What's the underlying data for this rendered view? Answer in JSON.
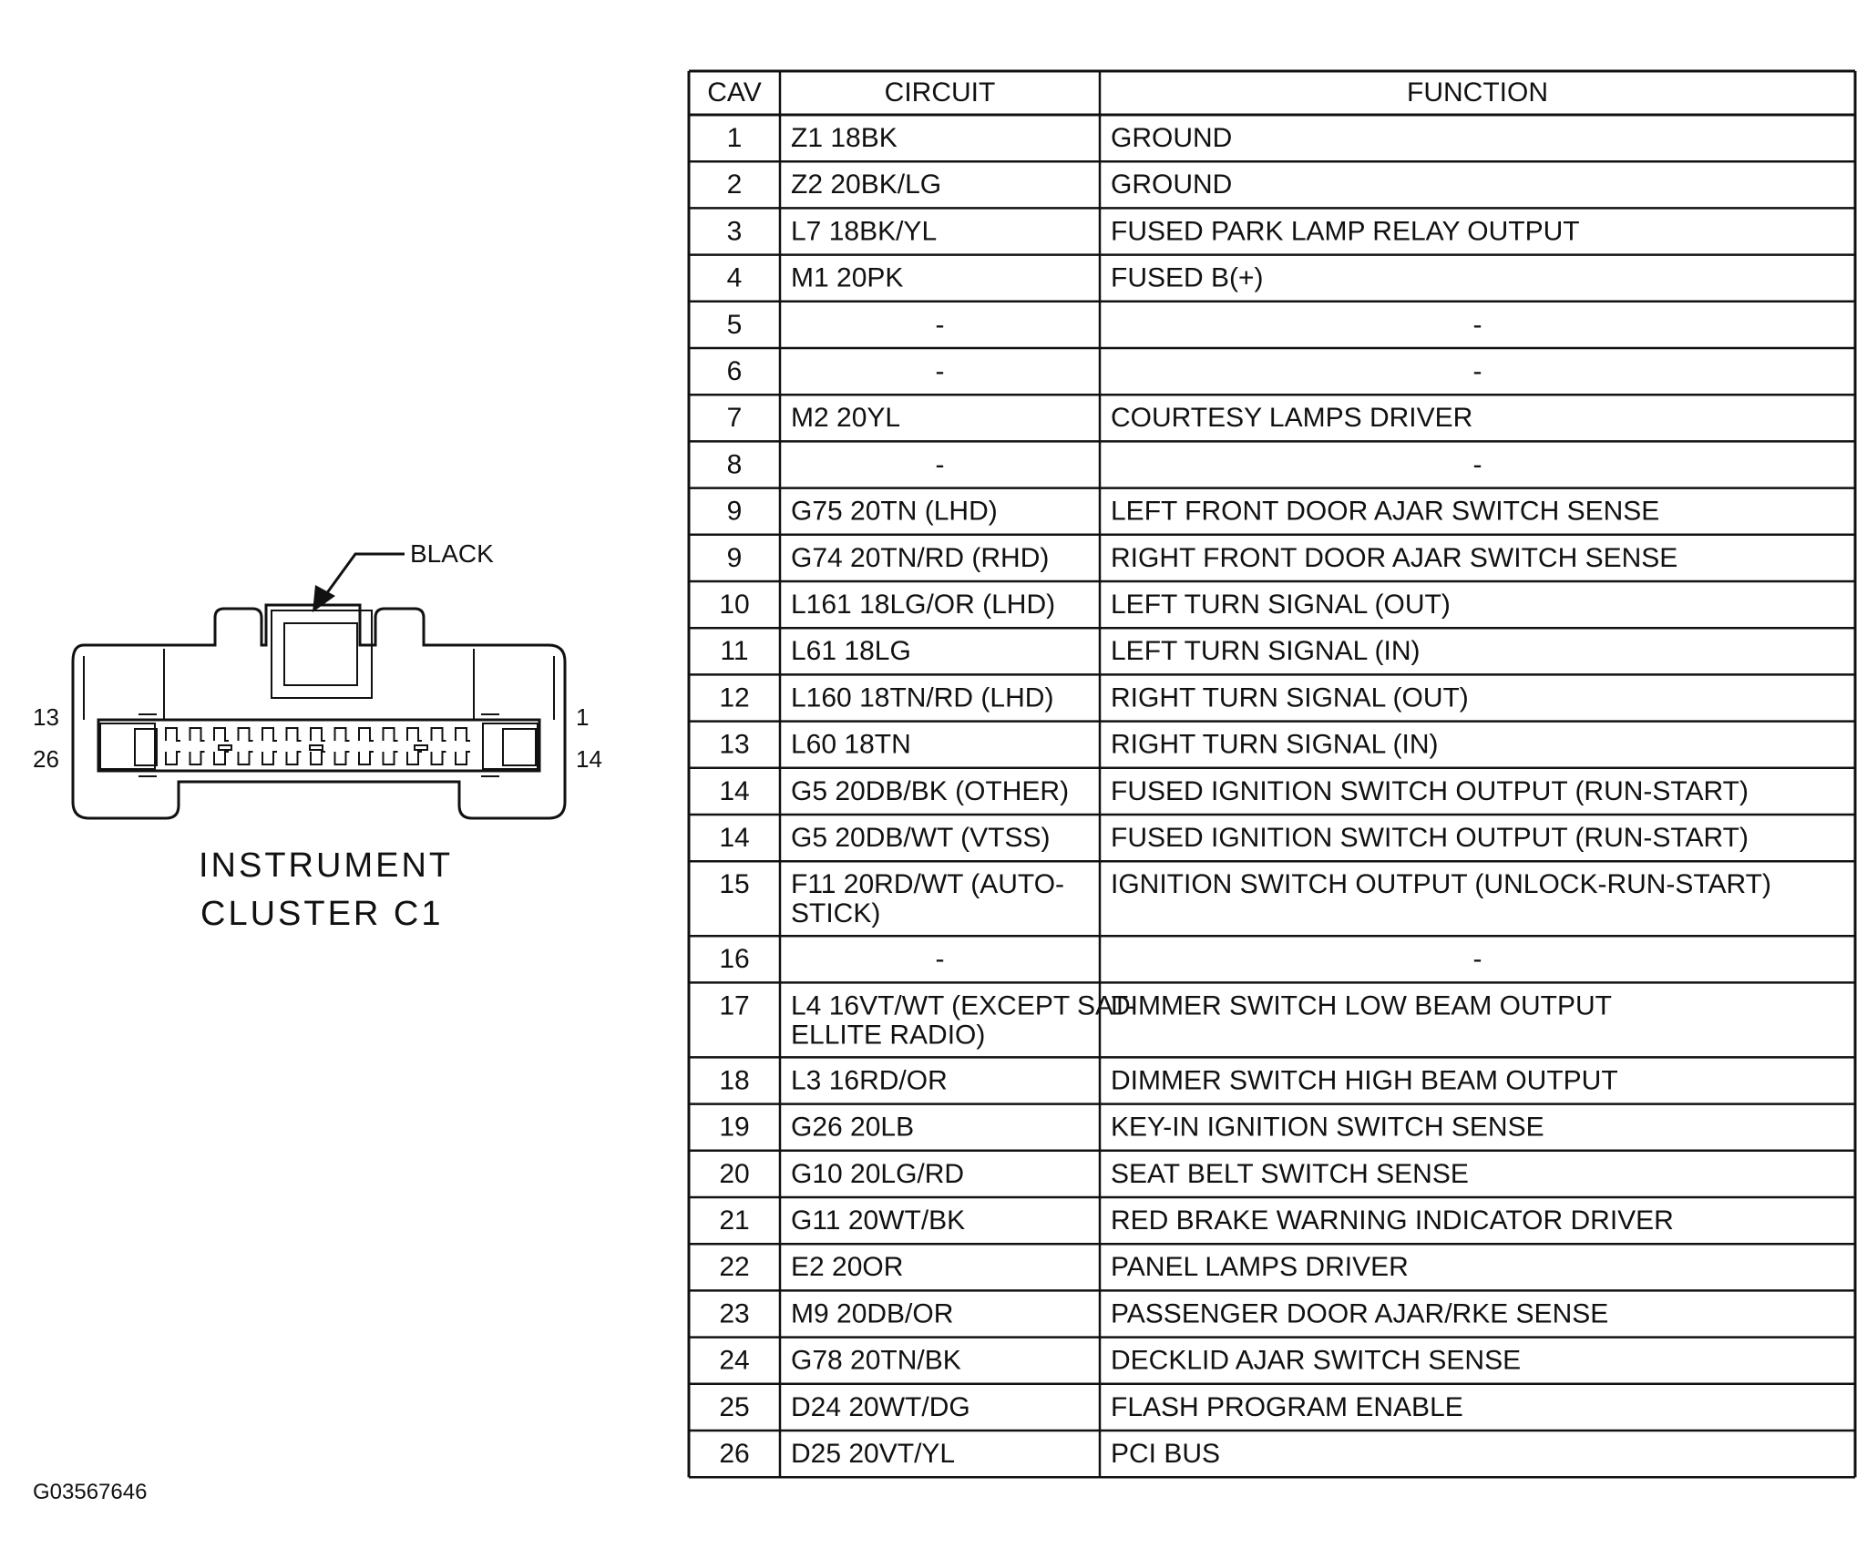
{
  "connector": {
    "callout": "BLACK",
    "pin_labels": {
      "top_left": "13",
      "bottom_left": "26",
      "top_right": "1",
      "bottom_right": "14"
    },
    "caption_line1": "INSTRUMENT",
    "caption_line2": "CLUSTER C1"
  },
  "figure_id": "G03567646",
  "table": {
    "headers": {
      "cav": "CAV",
      "circuit": "CIRCUIT",
      "function": "FUNCTION"
    },
    "rows": [
      {
        "cav": "1",
        "circuit": [
          "Z1 18BK"
        ],
        "function": [
          "GROUND"
        ]
      },
      {
        "cav": "2",
        "circuit": [
          "Z2 20BK/LG"
        ],
        "function": [
          "GROUND"
        ]
      },
      {
        "cav": "3",
        "circuit": [
          "L7 18BK/YL"
        ],
        "function": [
          "FUSED PARK LAMP RELAY OUTPUT"
        ]
      },
      {
        "cav": "4",
        "circuit": [
          "M1 20PK"
        ],
        "function": [
          "FUSED B(+)"
        ]
      },
      {
        "cav": "5",
        "circuit": [
          "-"
        ],
        "function": [
          "-"
        ]
      },
      {
        "cav": "6",
        "circuit": [
          "-"
        ],
        "function": [
          "-"
        ]
      },
      {
        "cav": "7",
        "circuit": [
          "M2 20YL"
        ],
        "function": [
          "COURTESY LAMPS DRIVER"
        ]
      },
      {
        "cav": "8",
        "circuit": [
          "-"
        ],
        "function": [
          "-"
        ]
      },
      {
        "cav": "9",
        "circuit": [
          "G75 20TN (LHD)"
        ],
        "function": [
          "LEFT FRONT DOOR AJAR SWITCH SENSE"
        ]
      },
      {
        "cav": "9",
        "circuit": [
          "G74 20TN/RD (RHD)"
        ],
        "function": [
          "RIGHT FRONT DOOR AJAR SWITCH SENSE"
        ]
      },
      {
        "cav": "10",
        "circuit": [
          "L161 18LG/OR (LHD)"
        ],
        "function": [
          "LEFT TURN SIGNAL (OUT)"
        ]
      },
      {
        "cav": "11",
        "circuit": [
          "L61 18LG"
        ],
        "function": [
          "LEFT TURN SIGNAL (IN)"
        ]
      },
      {
        "cav": "12",
        "circuit": [
          "L160 18TN/RD (LHD)"
        ],
        "function": [
          "RIGHT TURN SIGNAL (OUT)"
        ]
      },
      {
        "cav": "13",
        "circuit": [
          "L60 18TN"
        ],
        "function": [
          "RIGHT TURN SIGNAL (IN)"
        ]
      },
      {
        "cav": "14",
        "circuit": [
          "G5 20DB/BK (OTHER)"
        ],
        "function": [
          "FUSED IGNITION SWITCH OUTPUT (RUN-START)"
        ]
      },
      {
        "cav": "14",
        "circuit": [
          "G5 20DB/WT (VTSS)"
        ],
        "function": [
          "FUSED IGNITION SWITCH OUTPUT (RUN-START)"
        ]
      },
      {
        "cav": "15",
        "circuit": [
          "F11 20RD/WT (AUTO-",
          "STICK)"
        ],
        "function": [
          "IGNITION SWITCH OUTPUT (UNLOCK-RUN-START)"
        ]
      },
      {
        "cav": "16",
        "circuit": [
          "-"
        ],
        "function": [
          "-"
        ]
      },
      {
        "cav": "17",
        "circuit": [
          "L4 16VT/WT (EXCEPT SAT-",
          "ELLITE RADIO)"
        ],
        "function": [
          "DIMMER SWITCH LOW BEAM OUTPUT"
        ]
      },
      {
        "cav": "18",
        "circuit": [
          "L3 16RD/OR"
        ],
        "function": [
          "DIMMER SWITCH HIGH BEAM OUTPUT"
        ]
      },
      {
        "cav": "19",
        "circuit": [
          "G26 20LB"
        ],
        "function": [
          "KEY-IN IGNITION SWITCH SENSE"
        ]
      },
      {
        "cav": "20",
        "circuit": [
          "G10 20LG/RD"
        ],
        "function": [
          "SEAT BELT SWITCH SENSE"
        ]
      },
      {
        "cav": "21",
        "circuit": [
          "G11 20WT/BK"
        ],
        "function": [
          "RED BRAKE WARNING INDICATOR DRIVER"
        ]
      },
      {
        "cav": "22",
        "circuit": [
          "E2 20OR"
        ],
        "function": [
          "PANEL LAMPS DRIVER"
        ]
      },
      {
        "cav": "23",
        "circuit": [
          "M9 20DB/OR"
        ],
        "function": [
          "PASSENGER DOOR AJAR/RKE SENSE"
        ]
      },
      {
        "cav": "24",
        "circuit": [
          "G78 20TN/BK"
        ],
        "function": [
          "DECKLID AJAR SWITCH SENSE"
        ]
      },
      {
        "cav": "25",
        "circuit": [
          "D24 20WT/DG"
        ],
        "function": [
          "FLASH PROGRAM ENABLE"
        ]
      },
      {
        "cav": "26",
        "circuit": [
          "D25 20VT/YL"
        ],
        "function": [
          "PCI BUS"
        ]
      }
    ]
  }
}
